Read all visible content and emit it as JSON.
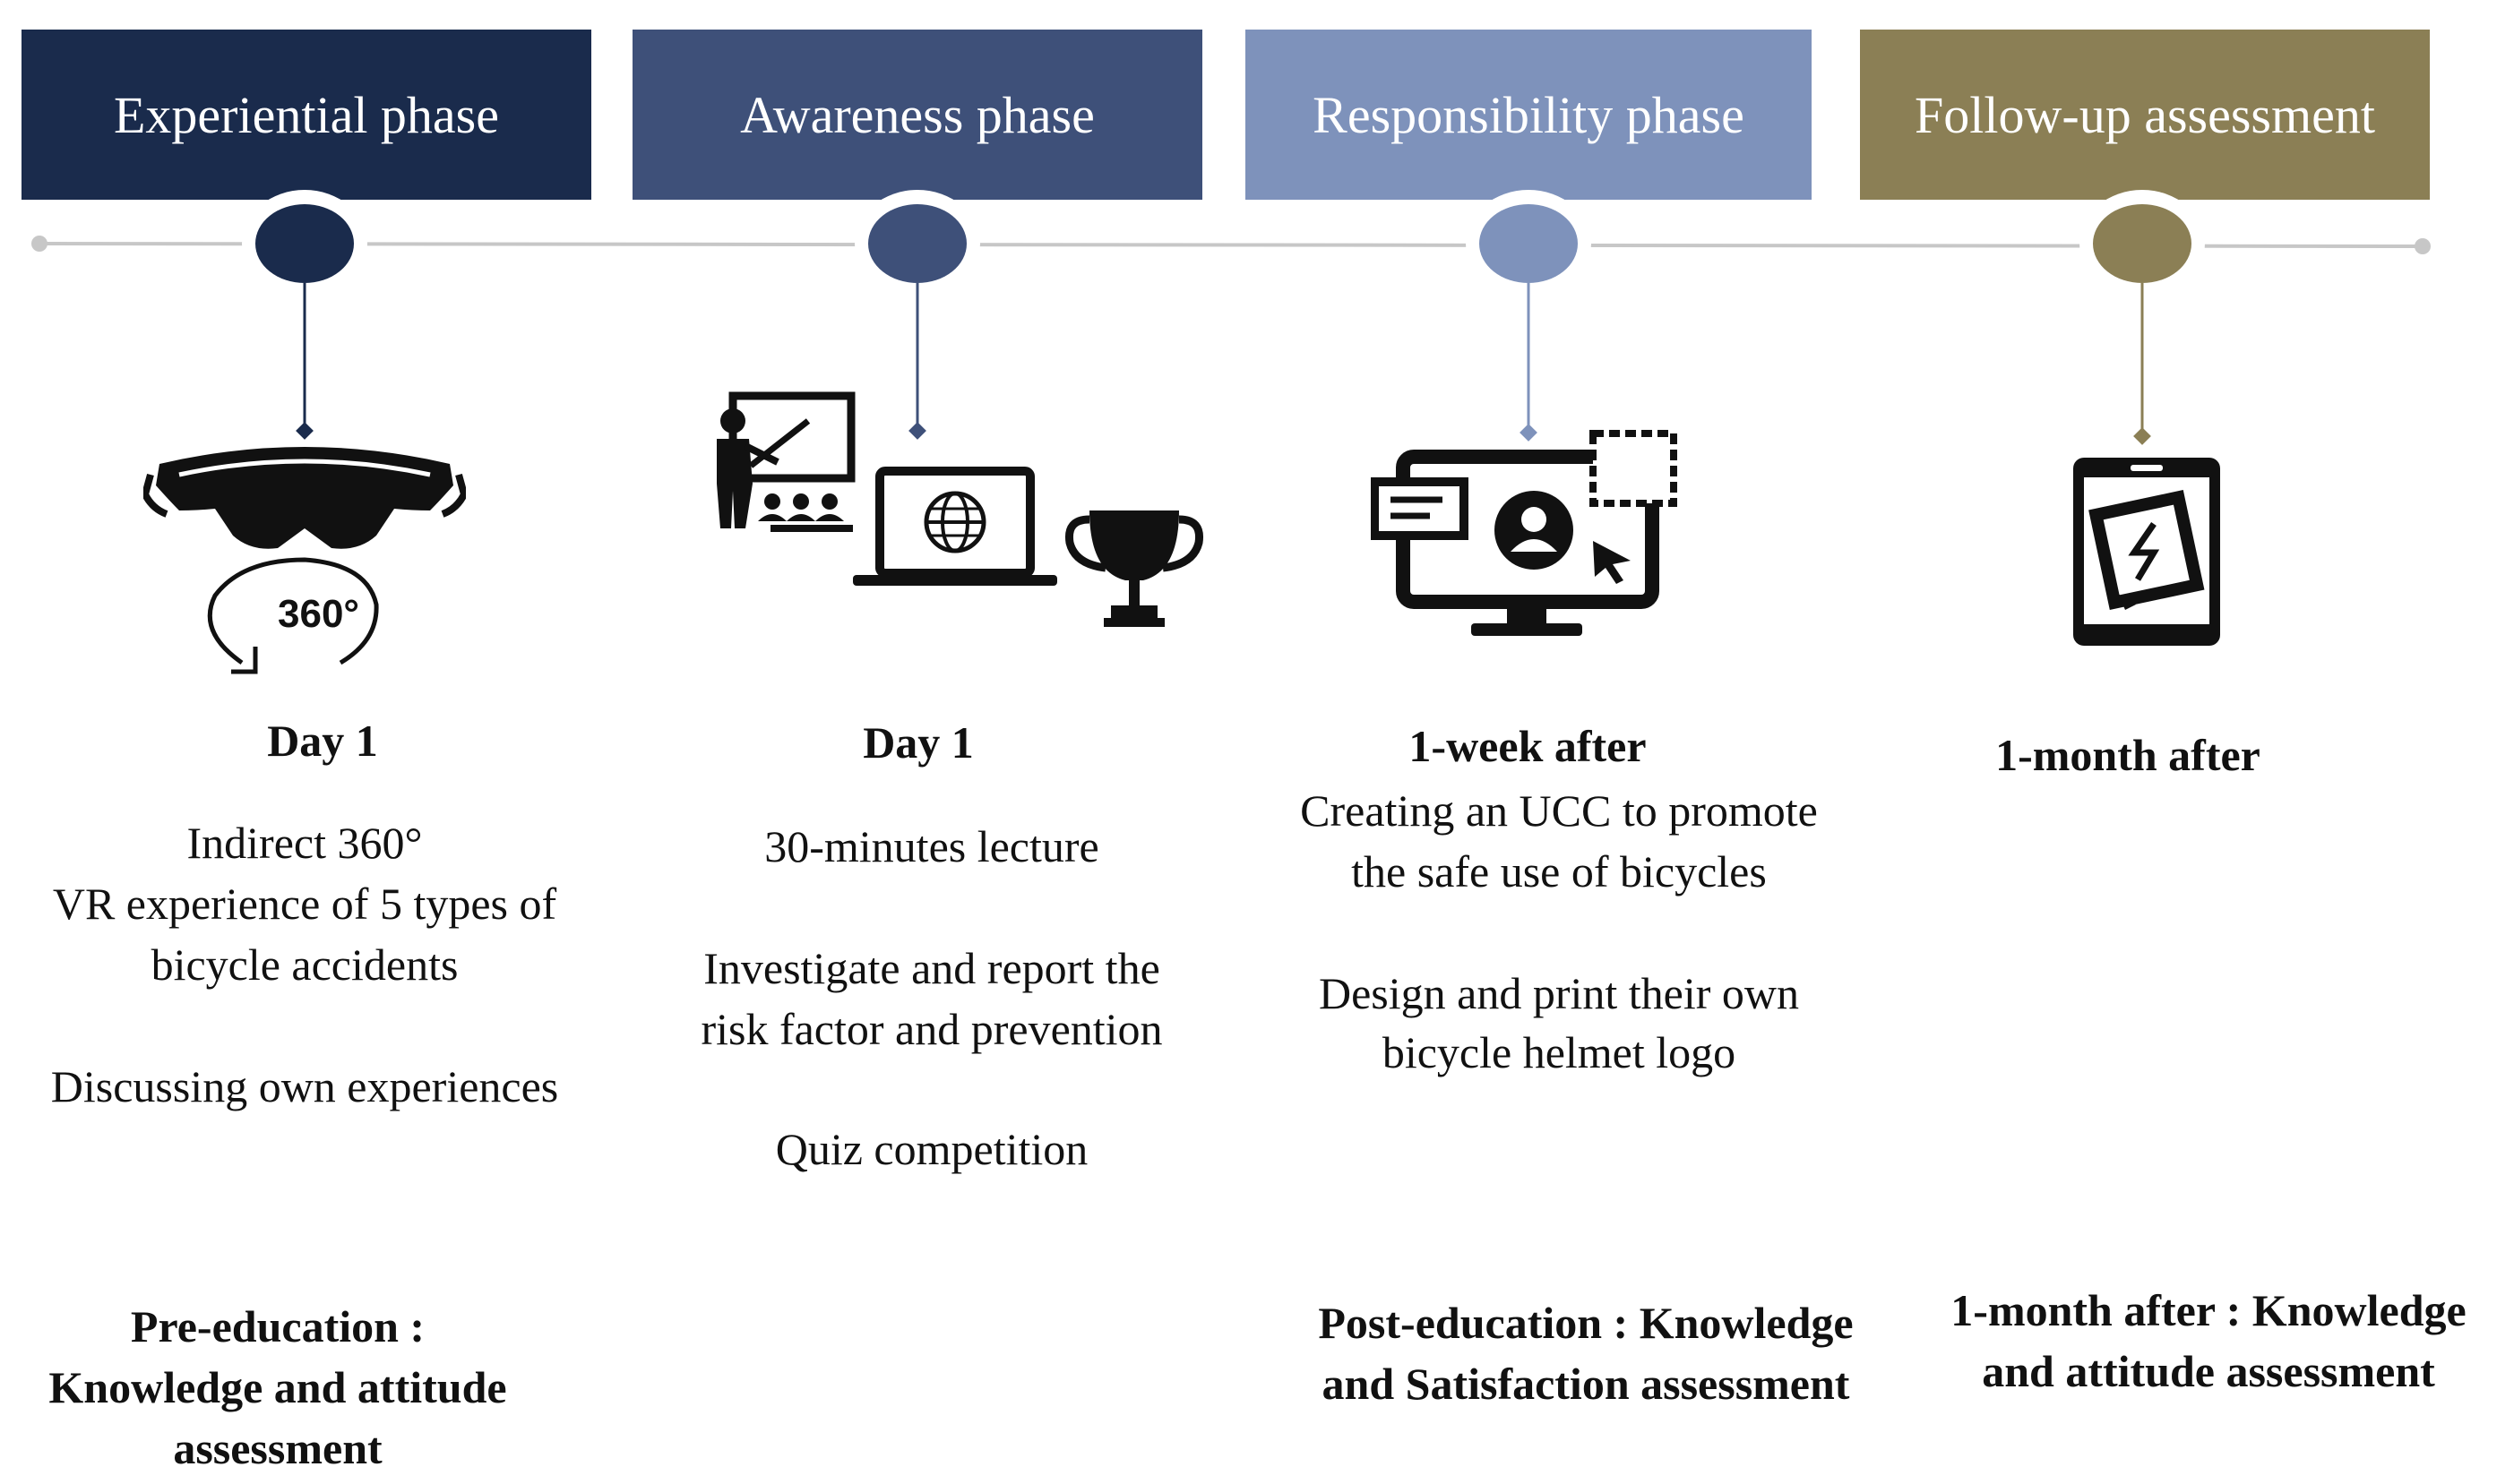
{
  "phases": [
    {
      "title": "Experiential phase",
      "color": "#1a2b4c",
      "time": "Day 1",
      "desc1": "Indirect 360°",
      "desc2": "VR experience of 5 types of",
      "desc3": "bicycle accidents",
      "desc4": "Discussing own experiences",
      "icon": "vr-headset-360-icon",
      "icon_label": "360°"
    },
    {
      "title": "Awareness phase",
      "color": "#3e5079",
      "time": "Day 1",
      "desc1": "30-minutes lecture",
      "desc2": "Investigate and report the",
      "desc3": "risk factor and prevention",
      "desc4": "Quiz competition",
      "icon": "lecture-laptop-trophy-icon"
    },
    {
      "title": "Responsibility phase",
      "color": "#7e92bb",
      "time": "1-week after",
      "desc1": "Creating an UCC to promote",
      "desc2": "the safe use of bicycles",
      "desc3": "Design and print their own",
      "desc4": "bicycle helmet logo",
      "icon": "monitor-content-creation-icon"
    },
    {
      "title": "Follow-up assessment",
      "color": "#8b7f55",
      "time": "1-month after",
      "icon": "tablet-survey-icon"
    }
  ],
  "assessments": {
    "pre_line1": "Pre-education :",
    "pre_line2": "Knowledge and attitude",
    "pre_line3": "assessment",
    "post_line1": "Post-education : Knowledge",
    "post_line2": "and Satisfaction assessment",
    "month_line1": "1-month after : Knowledge",
    "month_line2": "and attitude assessment"
  },
  "colors": {
    "timeline": "#c7c7c7",
    "icon": "#111111"
  }
}
